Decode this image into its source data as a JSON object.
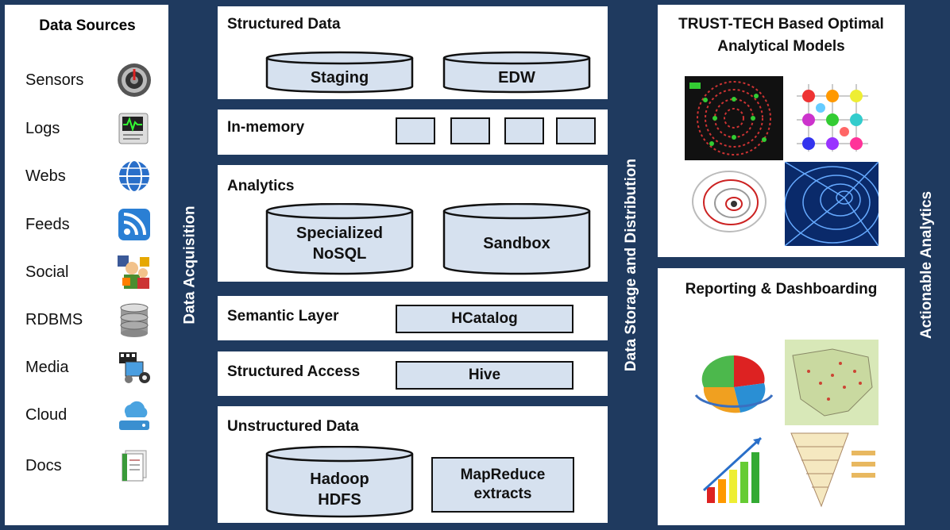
{
  "data_sources": {
    "title": "Data Sources",
    "items": [
      {
        "label": "Sensors",
        "icon": "speedometer-icon"
      },
      {
        "label": "Logs",
        "icon": "monitor-log-icon"
      },
      {
        "label": "Webs",
        "icon": "globe-icon"
      },
      {
        "label": "Feeds",
        "icon": "rss-icon"
      },
      {
        "label": "Social",
        "icon": "social-users-icon"
      },
      {
        "label": "RDBMS",
        "icon": "database-icon"
      },
      {
        "label": "Media",
        "icon": "media-icon"
      },
      {
        "label": "Cloud",
        "icon": "cloud-drive-icon"
      },
      {
        "label": "Docs",
        "icon": "document-icon"
      }
    ]
  },
  "bars": {
    "acquisition": "Data Acquisition",
    "storage": "Data Storage and Distribution",
    "actionable": "Actionable Analytics"
  },
  "structured": {
    "title": "Structured Data",
    "staging": "Staging",
    "edw": "EDW"
  },
  "inmemory": {
    "title": "In-memory"
  },
  "analytics": {
    "title": "Analytics",
    "nosql_line1": "Specialized",
    "nosql_line2": "NoSQL",
    "sandbox": "Sandbox"
  },
  "semantic": {
    "title": "Semantic Layer",
    "hcatalog": "HCatalog"
  },
  "access": {
    "title": "Structured Access",
    "hive": "Hive"
  },
  "unstructured": {
    "title": "Unstructured Data",
    "hadoop_line1": "Hadoop",
    "hadoop_line2": "HDFS",
    "mr_line1": "MapReduce",
    "mr_line2": "extracts"
  },
  "models": {
    "title_line1": "TRUST-TECH Based Optimal",
    "title_line2": "Analytical Models"
  },
  "reporting": {
    "title": "Reporting & Dashboarding"
  },
  "colors": {
    "frame": "#1f3a5f",
    "fill": "#d6e1ef"
  }
}
